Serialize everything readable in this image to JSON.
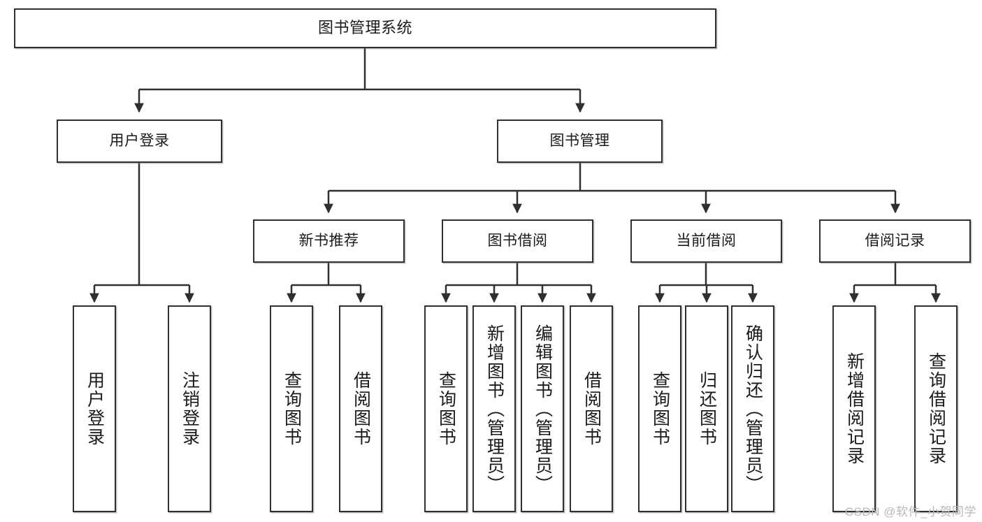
{
  "diagram": {
    "title": "图书管理系统",
    "type": "tree-hierarchy",
    "levels": {
      "root": {
        "label": "图书管理系统"
      },
      "level2": [
        {
          "label": "用户登录"
        },
        {
          "label": "图书管理"
        }
      ],
      "level3": [
        {
          "label": "新书推荐"
        },
        {
          "label": "图书借阅"
        },
        {
          "label": "当前借阅"
        },
        {
          "label": "借阅记录"
        }
      ],
      "leaves": {
        "user_login": [
          {
            "label": "用户登录"
          },
          {
            "label": "注销登录"
          }
        ],
        "new_book_recommend": [
          {
            "label": "查询图书"
          },
          {
            "label": "借阅图书"
          }
        ],
        "book_borrow": [
          {
            "label": "查询图书"
          },
          {
            "label": "新增图书（管理员）"
          },
          {
            "label": "编辑图书（管理员）"
          },
          {
            "label": "借阅图书"
          }
        ],
        "current_borrow": [
          {
            "label": "查询图书"
          },
          {
            "label": "归还图书"
          },
          {
            "label": "确认归还（管理员）"
          }
        ],
        "borrow_record": [
          {
            "label": "新增借阅记录"
          },
          {
            "label": "查询借阅记录"
          }
        ]
      }
    },
    "colors": {
      "stroke": "#2f2f2f",
      "fill": "#ffffff",
      "text": "#1a1a1a",
      "watermark": "#b9b9b9"
    }
  },
  "watermark": {
    "text": "CSDN @软件_小贺同学"
  }
}
